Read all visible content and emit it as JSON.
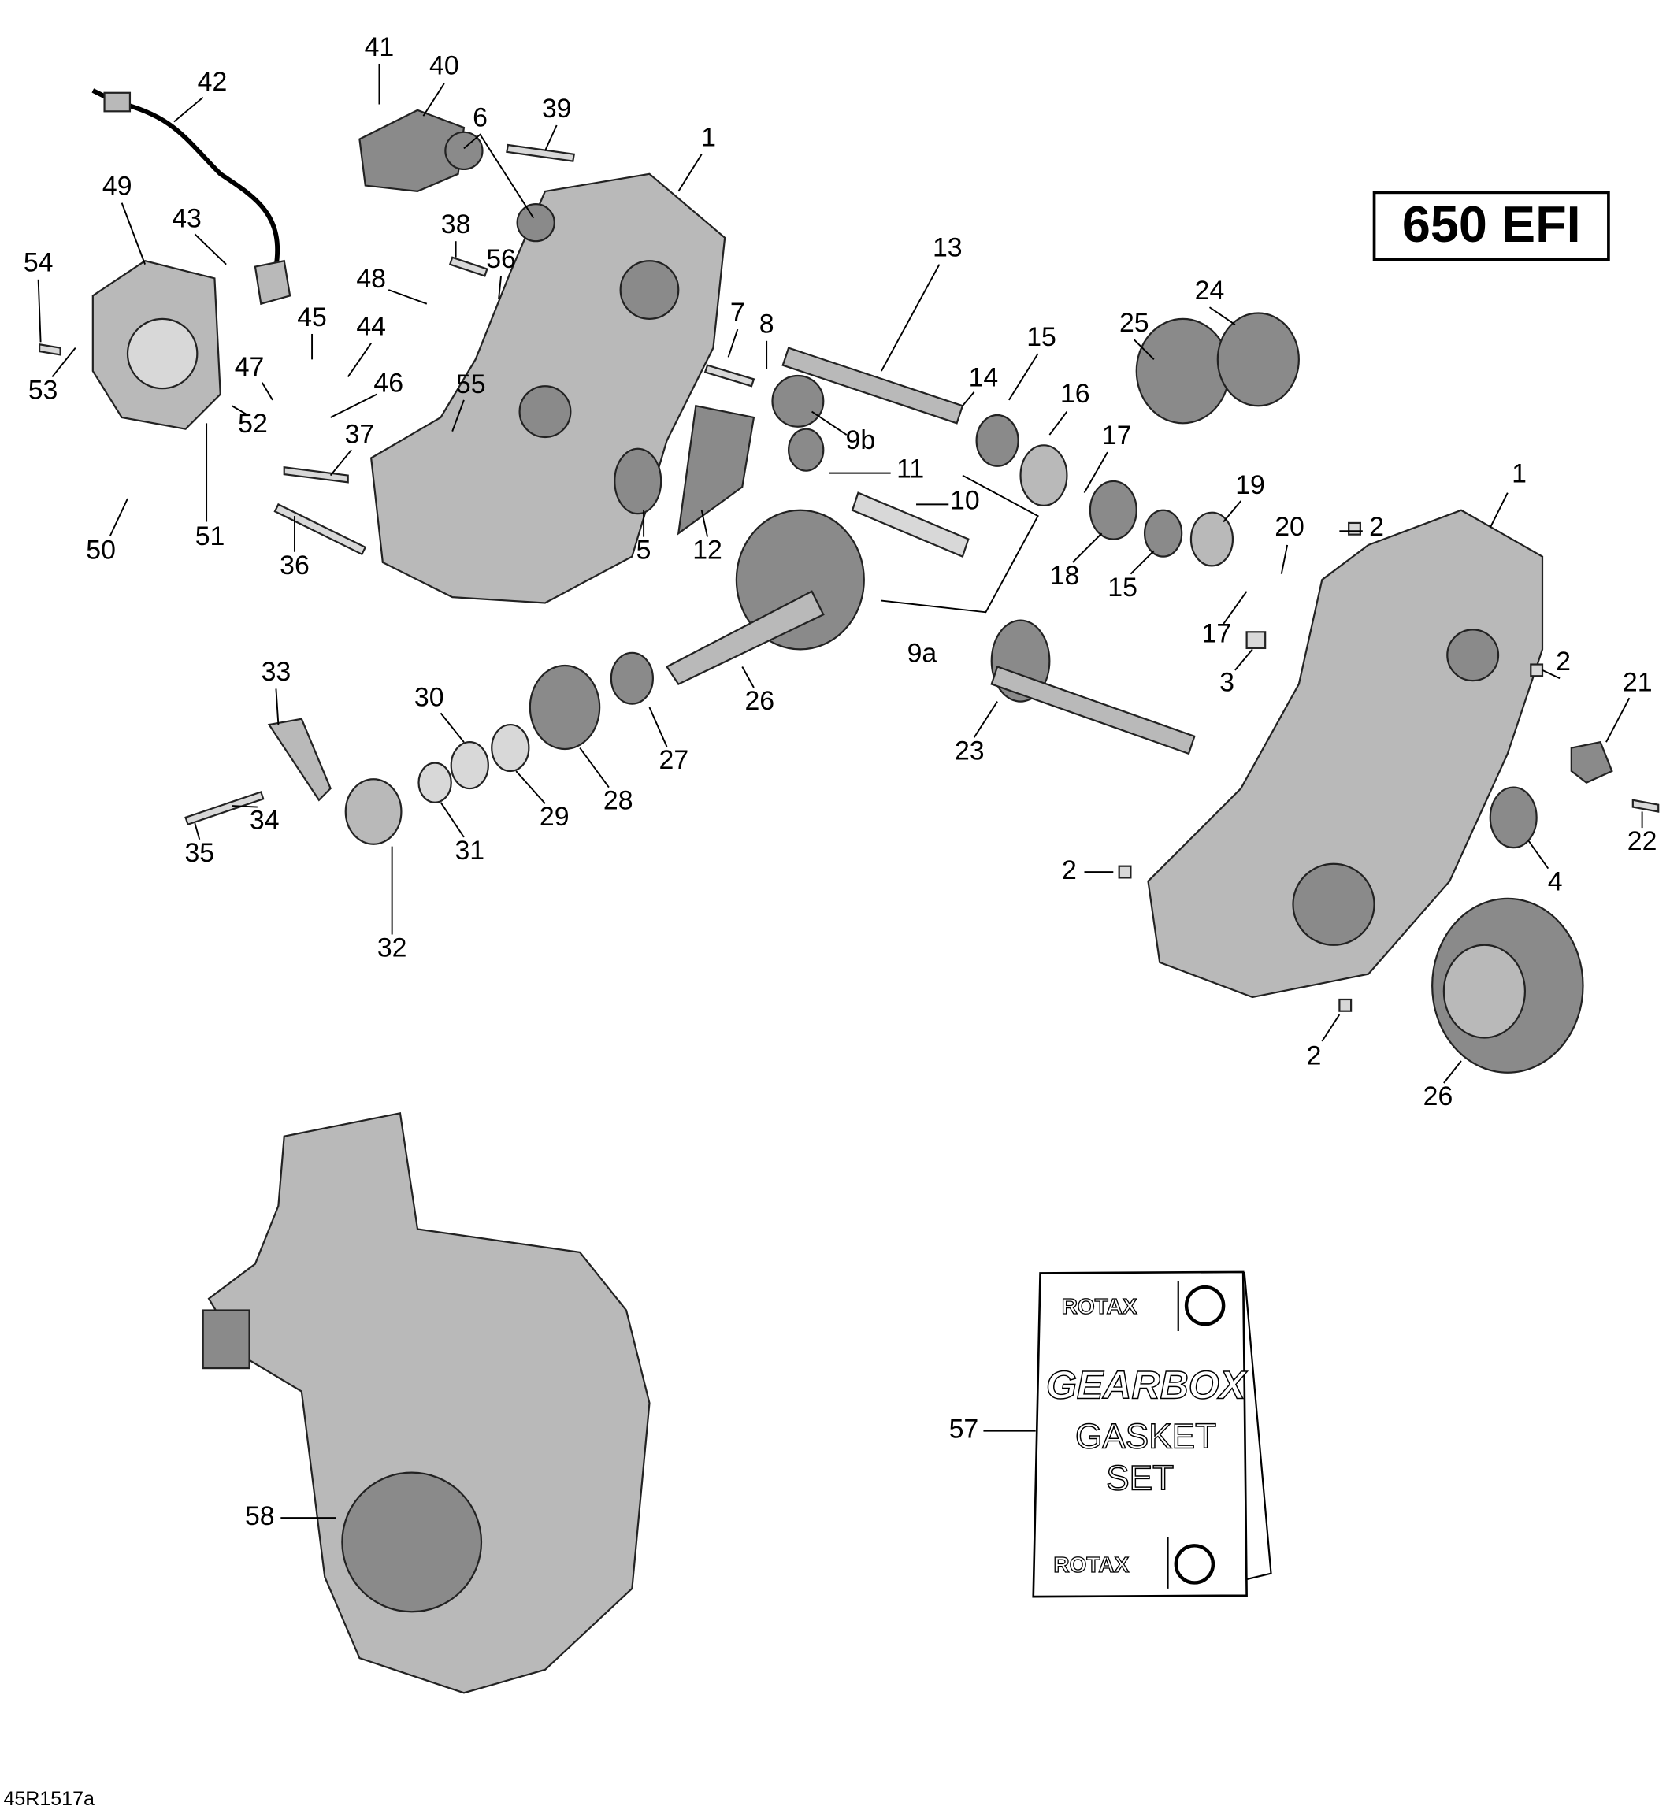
{
  "title_badge": "650 EFI",
  "reference_code": "45R1517a",
  "gasket_bag": {
    "brand": "ROTAX",
    "line1": "GEARBOX",
    "line2": "GASKET",
    "line3": "SET"
  },
  "callouts": [
    "41",
    "40",
    "42",
    "39",
    "6",
    "1",
    "49",
    "43",
    "38",
    "13",
    "54",
    "56",
    "48",
    "24",
    "25",
    "45",
    "44",
    "7",
    "8",
    "15",
    "53",
    "47",
    "46",
    "55",
    "14",
    "16",
    "9b",
    "17",
    "52",
    "37",
    "11",
    "1",
    "19",
    "10",
    "50",
    "51",
    "36",
    "5",
    "12",
    "18",
    "15",
    "20",
    "2",
    "9a",
    "17",
    "3",
    "2",
    "21",
    "33",
    "30",
    "26",
    "27",
    "23",
    "22",
    "34",
    "29",
    "28",
    "31",
    "35",
    "4",
    "2",
    "32",
    "2",
    "26",
    "57",
    "58"
  ]
}
